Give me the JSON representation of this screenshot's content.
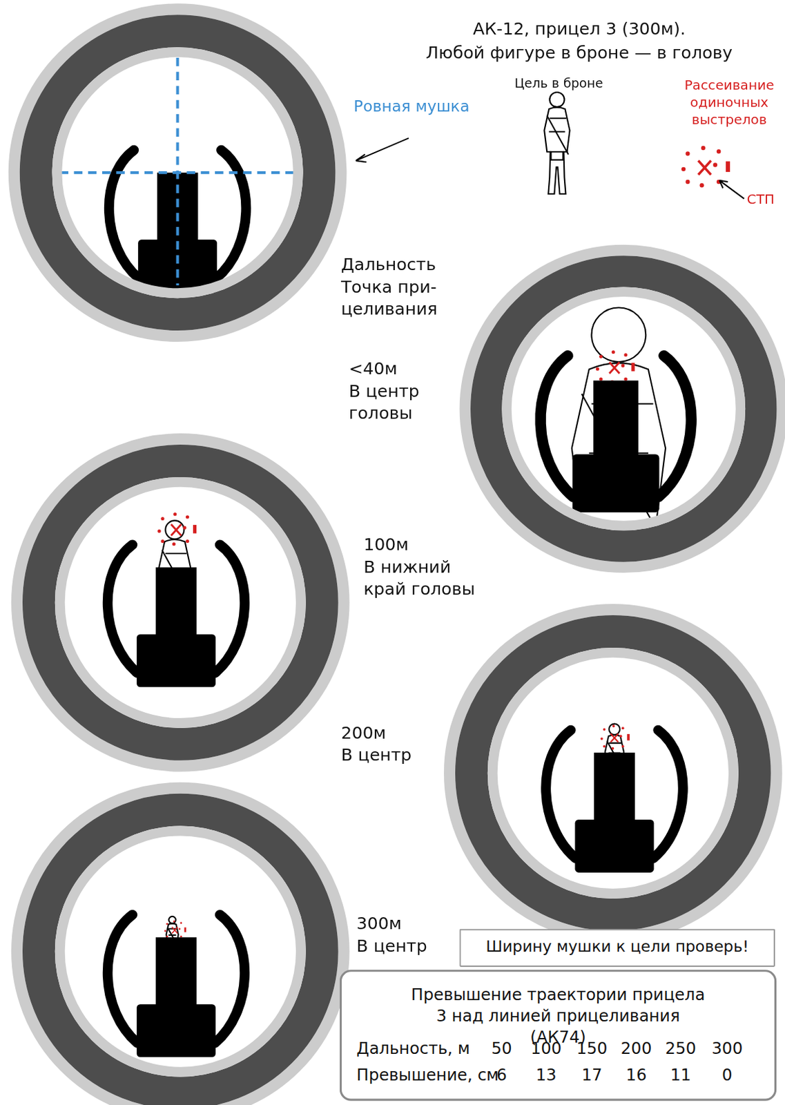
{
  "diagram": {
    "title": "АК-12, прицел 3 (300м).",
    "nodes": [
      {
        "text": [
          "Ширину мушки к цели проверь!"
        ]
      },
      {
        "text": [
          "Превышение траектории прицела 3 над линией прицеливания (АК74)"
        ]
      }
    ],
    "labels": [
      "Любой фигуре в броне — в голову",
      "Ровная мушка",
      "Цель в броне",
      "Рассеивание одиночных выстрелов",
      "СТП",
      "Дальность",
      "Точка при- целивания",
      "<40м",
      "В центр головы",
      "100м",
      "В нижний край головы",
      "200м",
      "В центр",
      "300м",
      "В центр",
      "Дальность, м",
      "50",
      "100",
      "150",
      "200",
      "250",
      "300",
      "Превышение, см",
      "6",
      "13",
      "17",
      "16",
      "11",
      "0"
    ]
  }
}
